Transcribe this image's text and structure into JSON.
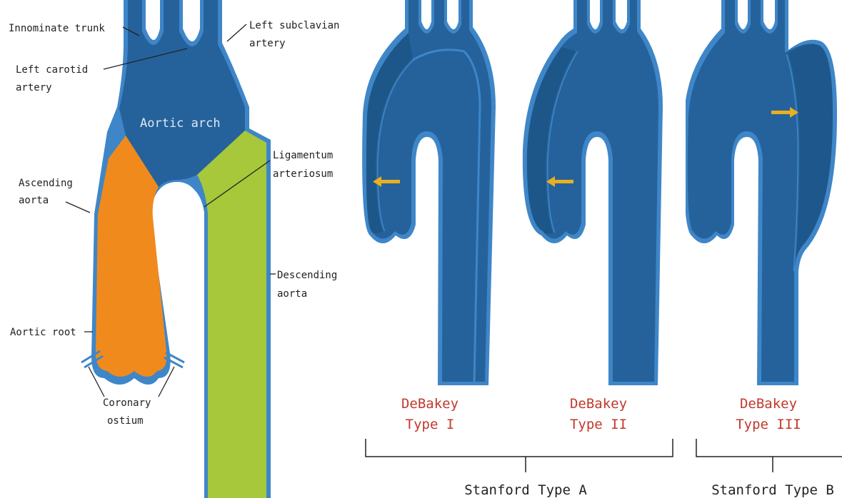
{
  "colors": {
    "vessel_outline": "#3e86c8",
    "vessel_fill": "#25629b",
    "vessel_dark": "#164b78",
    "ascending_segment": "#f08a1c",
    "descending_segment": "#a6c83a",
    "dissection_arrow": "#e8b020",
    "debakey_label": "#c0392b",
    "annotation_text": "#222222"
  },
  "anatomy_labels": {
    "innominate_trunk": "Innominate trunk",
    "left_subclavian_line1": "Left subclavian",
    "left_subclavian_line2": "artery",
    "left_carotid_line1": "Left carotid",
    "left_carotid_line2": "artery",
    "aortic_arch": "Aortic arch",
    "ligamentum_line1": "Ligamentum",
    "ligamentum_line2": "arteriosum",
    "ascending_line1": "Ascending",
    "ascending_line2": "aorta",
    "descending_line1": "Descending",
    "descending_line2": "aorta",
    "aortic_root": "Aortic root",
    "coronary_line1": "Coronary",
    "coronary_line2": "ostium"
  },
  "classification": {
    "type1_line1": "DeBakey",
    "type1_line2": "Type I",
    "type2_line1": "DeBakey",
    "type2_line2": "Type II",
    "type3_line1": "DeBakey",
    "type3_line2": "Type III",
    "stanford_a": "Stanford Type A",
    "stanford_b": "Stanford Type B"
  }
}
